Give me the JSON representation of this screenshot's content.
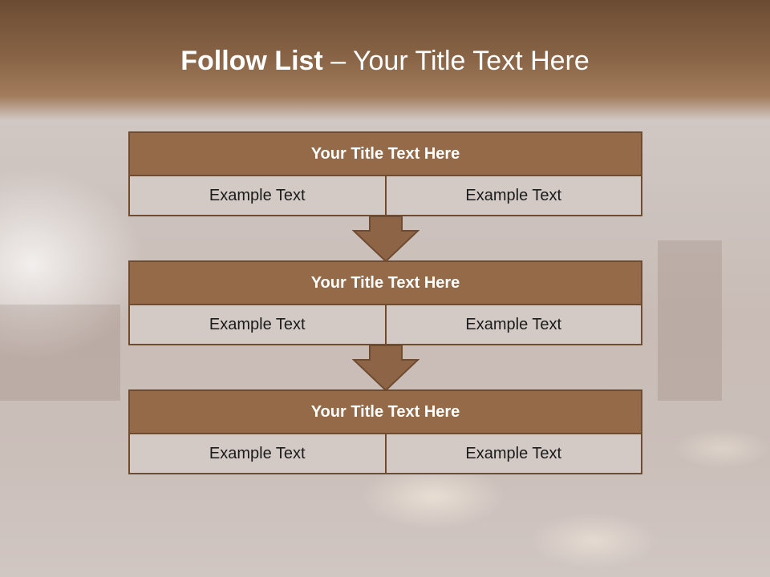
{
  "slide": {
    "title_bold": "Follow List",
    "title_rest": " – Your Title Text Here"
  },
  "blocks": [
    {
      "title": "Your Title Text Here",
      "left": "Example Text",
      "right": "Example Text"
    },
    {
      "title": "Your Title Text Here",
      "left": "Example Text",
      "right": "Example Text"
    },
    {
      "title": "Your Title Text Here",
      "left": "Example Text",
      "right": "Example Text"
    }
  ],
  "colors": {
    "header_band": "#8a6547",
    "block_title": "#946a48",
    "block_border": "#6d4c32",
    "cell_fill": "#d3cac6",
    "arrow": "#8e6446"
  },
  "icons": [
    "down-arrow-icon"
  ]
}
